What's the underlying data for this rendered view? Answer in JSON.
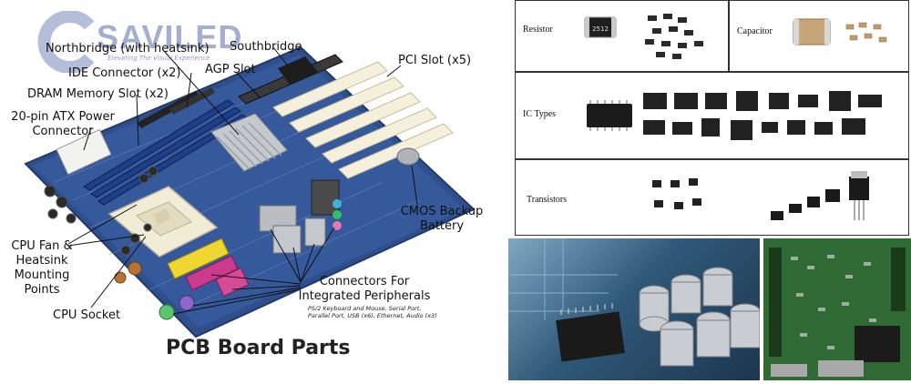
{
  "logo": {
    "name": "SAVILED",
    "tagline": "Elevating The Visual Experience"
  },
  "labels": {
    "northbridge": "Northbridge (with heatsink)",
    "southbridge": "Southbridge",
    "ide": "IDE Connector (x2)",
    "agp": "AGP Slot",
    "pci": "PCI Slot (x5)",
    "dram": "DRAM Memory Slot (x2)",
    "atx_line1": "20-pin ATX Power",
    "atx_line2": "Connector",
    "cmos_line1": "CMOS Backup",
    "cmos_line2": "Battery",
    "cpufan_line1": "CPU Fan &",
    "cpufan_line2": "Heatsink",
    "cpufan_line3": "Mounting",
    "cpufan_line4": "Points",
    "conn_line1": "Connectors For",
    "conn_line2": "Integrated Peripherals",
    "conn_sub1": "PS/2 Keyboard and Mouse, Serial Port,",
    "conn_sub2": "Parallel Port, USB (x6), Ethernet, Audio (x3)",
    "cpu_socket": "CPU Socket"
  },
  "title": "PCB Board Parts",
  "components": {
    "resistor": "Resistor",
    "capacitor": "Capacitor",
    "ic_types": "IC Types",
    "transistors": "Transistors"
  },
  "chip_marking": "2512"
}
